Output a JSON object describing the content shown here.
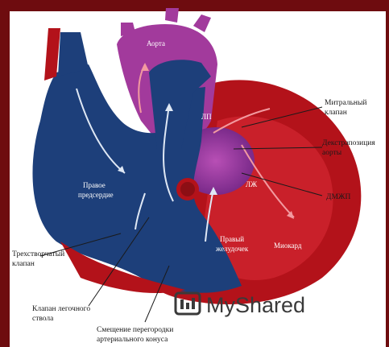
{
  "labels": {
    "aorta": "Аорта",
    "lp": "ЛП",
    "mitral_1": "Митральный",
    "mitral_2": "клапан",
    "dextro_1": "Декстрапозиция",
    "dextro_2": "аорты",
    "lzh": "ЛЖ",
    "dmzhp": "ДМЖП",
    "right_atrium_1": "Правое",
    "right_atrium_2": "предсердие",
    "right_ventricle_1": "Правый",
    "right_ventricle_2": "желудочек",
    "myocardium": "Миокард",
    "tricuspid_1": "Трехстворчатый",
    "tricuspid_2": "клапан",
    "pulmonary_1": "Клапан легочного",
    "pulmonary_2": "ствола",
    "septum_1": "Смещение перегородки",
    "septum_2": "артериального конуса"
  },
  "watermark": "MyShared",
  "colors": {
    "background": "#6e0c0f",
    "venous_blue": "#1d3f7a",
    "arterial_red": "#b3121a",
    "mixed_purple": "#a23a9c"
  }
}
